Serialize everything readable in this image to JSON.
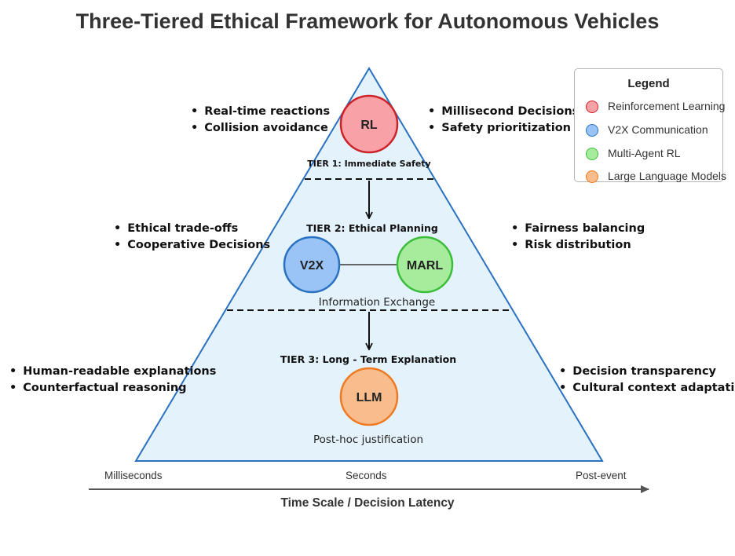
{
  "title": "Three-Tiered Ethical Framework for Autonomous Vehicles",
  "colors": {
    "triangle_fill": "#e3f2fb",
    "triangle_stroke": "#2a72c1",
    "rl": {
      "fill": "#f8a1a6",
      "stroke": "#cc2328"
    },
    "v2x": {
      "fill": "#99c4f5",
      "stroke": "#2a72c1"
    },
    "marl": {
      "fill": "#a6ec9c",
      "stroke": "#3cbd3c"
    },
    "llm": {
      "fill": "#f9bd8d",
      "stroke": "#ee7a21"
    }
  },
  "tiers": [
    {
      "label": "TIER 1: Immediate Safety",
      "nodes": [
        "RL"
      ]
    },
    {
      "label": "TIER 2: Ethical Planning",
      "nodes": [
        "V2X",
        "MARL"
      ],
      "connector_label": "Information Exchange"
    },
    {
      "label": "TIER 3: Long - Term Explanation",
      "nodes": [
        "LLM"
      ],
      "caption": "Post-hoc justification"
    }
  ],
  "bullets": {
    "tier1_left": [
      "Real-time reactions",
      "Collision avoidance"
    ],
    "tier1_right": [
      "Millisecond Decisions",
      "Safety prioritization"
    ],
    "tier2_left": [
      "Ethical trade-offs",
      "Cooperative Decisions"
    ],
    "tier2_right": [
      "Fairness balancing",
      "Risk distribution"
    ],
    "tier3_left": [
      "Human-readable explanations",
      "Counterfactual reasoning"
    ],
    "tier3_right": [
      "Decision transparency",
      "Cultural context adaptation"
    ]
  },
  "legend": {
    "title": "Legend",
    "items": [
      {
        "label": "Reinforcement Learning",
        "fill": "#f8a1a6",
        "stroke": "#cc2328"
      },
      {
        "label": "V2X Communication",
        "fill": "#99c4f5",
        "stroke": "#2a72c1"
      },
      {
        "label": "Multi-Agent RL",
        "fill": "#a6ec9c",
        "stroke": "#3cbd3c"
      },
      {
        "label": "Large Language Models",
        "fill": "#f9bd8d",
        "stroke": "#ee7a21"
      }
    ]
  },
  "axis": {
    "labels": [
      "Milliseconds",
      "Seconds",
      "Post-event"
    ],
    "title": "Time Scale / Decision Latency"
  }
}
